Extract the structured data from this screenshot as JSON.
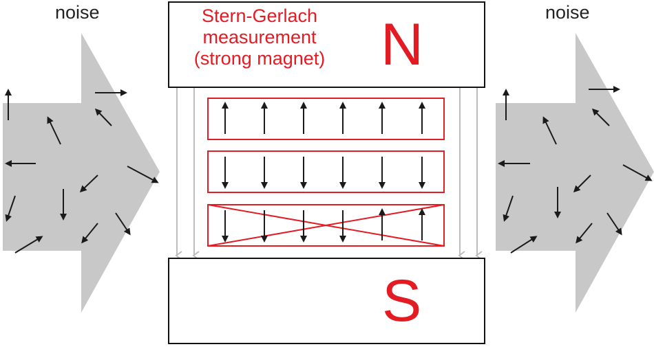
{
  "labels": {
    "noise_left": "noise",
    "noise_right": "noise",
    "measurement_line1": "Stern-Gerlach",
    "measurement_line2": "measurement",
    "measurement_line3": "(strong magnet)",
    "north_pole": "N",
    "south_pole": "S"
  },
  "colors": {
    "accent_red": "#e31b23",
    "noise_gray": "#c8c8c8",
    "arrow_dark": "#1a1a1a",
    "field_line_gray": "#bdbdbd"
  },
  "rows": [
    {
      "direction": "up",
      "count": 6,
      "crossed": false
    },
    {
      "direction": "down",
      "count": 6,
      "crossed": false
    },
    {
      "direction": "mixed",
      "count": 6,
      "crossed": true,
      "pattern": [
        "down",
        "down",
        "down",
        "down",
        "up",
        "up"
      ]
    }
  ]
}
